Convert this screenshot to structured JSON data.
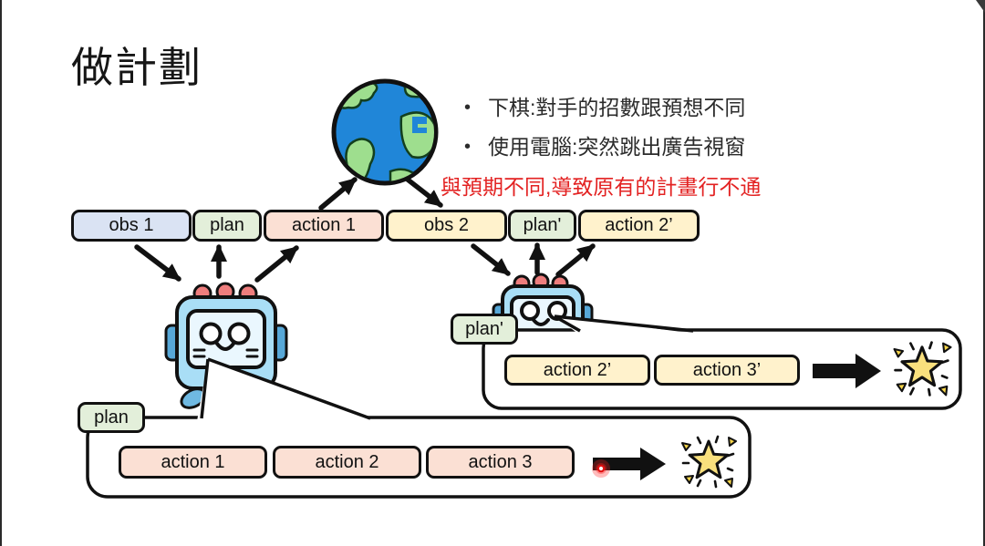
{
  "slide": {
    "title": "做計劃",
    "bullets": [
      "下棋:對手的招數跟預想不同",
      "使用電腦:突然跳出廣告視窗"
    ],
    "warning": "與預期不同,導致原有的計畫行不通"
  },
  "sequence": {
    "boxes": [
      {
        "label": "obs 1"
      },
      {
        "label": "plan"
      },
      {
        "label": "action 1"
      },
      {
        "label": "obs 2"
      },
      {
        "label": "plan'"
      },
      {
        "label": "action 2’"
      }
    ]
  },
  "plan_callout_1": {
    "label": "plan",
    "actions": [
      "action 1",
      "action 2",
      "action 3"
    ]
  },
  "plan_callout_2": {
    "label": "plan'",
    "actions": [
      "action 2’",
      "action 3’"
    ]
  },
  "icons": {
    "globe": "earth-globe-icon",
    "robot_left": "robot-icon",
    "robot_right": "robot-icon",
    "star": "sparkle-star-icon",
    "laser": "laser-pointer-dot"
  },
  "colors": {
    "obs1_fill": "#dae3f3",
    "plan_fill": "#e3efda",
    "action_fill": "#fbe0d4",
    "obs2_fill": "#fff2cc",
    "warning_text": "#e32222",
    "robot_blue": "#a9def6",
    "globe_blue": "#2086d8",
    "globe_green": "#9ede8e",
    "star_yellow": "#f9e07d",
    "laser_red": "#ff2020"
  }
}
